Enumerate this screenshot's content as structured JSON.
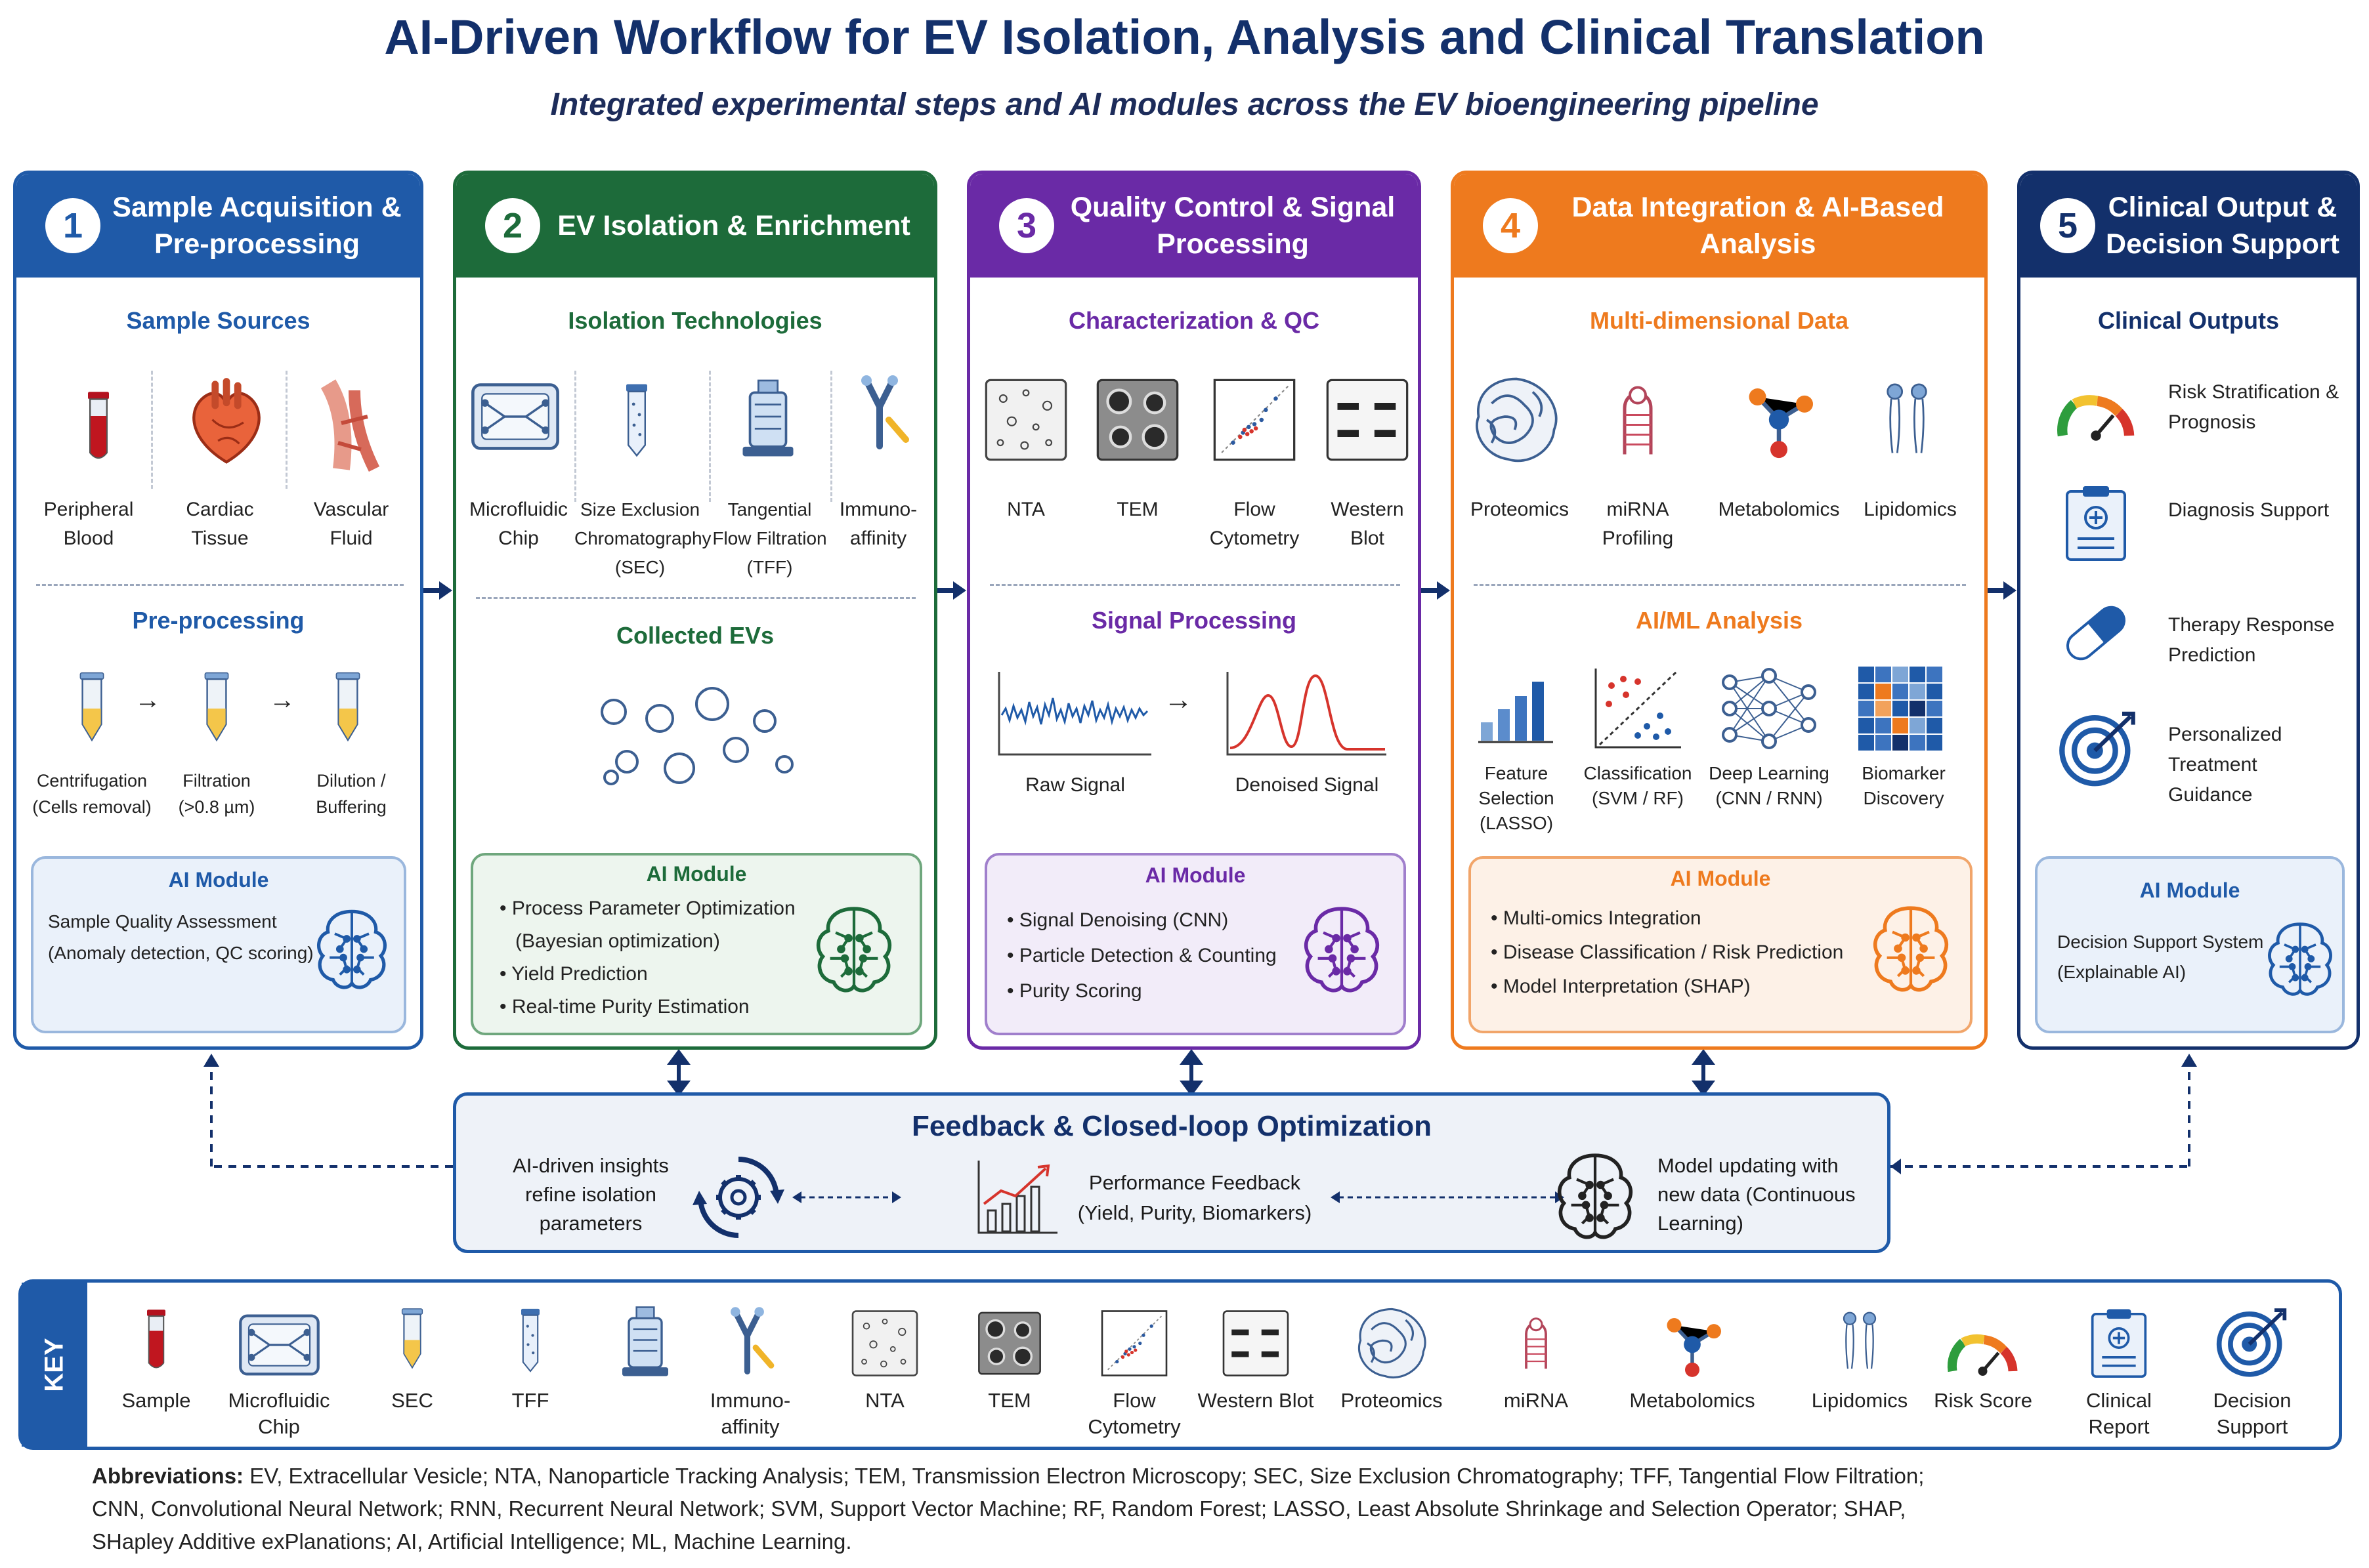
{
  "title": "AI-Driven Workflow for EV Isolation, Analysis and Clinical Translation",
  "subtitle": "Integrated experimental steps and AI modules across the EV bioengineering pipeline",
  "colors": {
    "blue": "#1f5aa8",
    "green": "#1d6b3a",
    "purple": "#6a2aa6",
    "orange": "#ee7a1e",
    "navy": "#13306b"
  },
  "panels": [
    {
      "num": "1",
      "title": "Sample Acquisition & Pre-processing",
      "section1": "Sample Sources",
      "items1": [
        "Peripheral Blood",
        "Cardiac Tissue",
        "Vascular Fluid"
      ],
      "section2": "Pre-processing",
      "items2": [
        "Centrifugation (Cells removal)",
        "Filtration (>0.8 µm)",
        "Dilution / Buffering"
      ],
      "ai_title": "AI Module",
      "ai_lines": [
        "Sample Quality Assessment",
        "(Anomaly detection, QC scoring)"
      ]
    },
    {
      "num": "2",
      "title": "EV Isolation & Enrichment",
      "section1": "Isolation Technologies",
      "items1": [
        "Microfluidic Chip",
        "Size Exclusion Chromatography (SEC)",
        "Tangential Flow Filtration (TFF)",
        "Immuno-affinity"
      ],
      "section2": "Collected EVs",
      "ai_title": "AI Module",
      "ai_lines": [
        "• Process Parameter Optimization",
        "(Bayesian optimization)",
        "• Yield Prediction",
        "• Real-time Purity Estimation"
      ]
    },
    {
      "num": "3",
      "title": "Quality Control & Signal Processing",
      "section1": "Characterization & QC",
      "items1": [
        "NTA",
        "TEM",
        "Flow Cytometry",
        "Western Blot"
      ],
      "section2": "Signal Processing",
      "items2": [
        "Raw Signal",
        "Denoised Signal"
      ],
      "ai_title": "AI Module",
      "ai_lines": [
        "• Signal Denoising (CNN)",
        "• Particle Detection & Counting",
        "• Purity Scoring"
      ]
    },
    {
      "num": "4",
      "title": "Data Integration & AI-Based Analysis",
      "section1": "Multi-dimensional Data",
      "items1": [
        "Proteomics",
        "miRNA Profiling",
        "Metabolomics",
        "Lipidomics"
      ],
      "section2": "AI/ML Analysis",
      "items2": [
        "Feature Selection (LASSO)",
        "Classification (SVM / RF)",
        "Deep Learning (CNN / RNN)",
        "Biomarker Discovery"
      ],
      "ai_title": "AI Module",
      "ai_lines": [
        "• Multi-omics Integration",
        "• Disease Classification / Risk Prediction",
        "• Model Interpretation (SHAP)"
      ]
    },
    {
      "num": "5",
      "title": "Clinical Output & Decision Support",
      "section1": "Clinical Outputs",
      "items1": [
        "Risk Stratification & Prognosis",
        "Diagnosis Support",
        "Therapy Response Prediction",
        "Personalized Treatment Guidance"
      ],
      "ai_title": "AI Module",
      "ai_lines": [
        "Decision Support System",
        "(Explainable AI)"
      ]
    }
  ],
  "feedback": {
    "title": "Feedback & Closed-loop Optimization",
    "left": "AI-driven insights refine isolation parameters",
    "middle": "Performance Feedback (Yield, Purity, Biomarkers)",
    "right": "Model updating with new data (Continuous Learning)"
  },
  "key": {
    "tab": "KEY",
    "items": [
      "Sample",
      "Microfluidic Chip",
      "SEC",
      "TFF",
      "",
      "Immuno-affinity",
      "NTA",
      "TEM",
      "Flow Cytometry",
      "Western Blot",
      "Proteomics",
      "miRNA",
      "Metabolomics",
      "Lipidomics",
      "Risk Score",
      "Clinical Report",
      "Decision Support"
    ]
  },
  "abbreviations": {
    "label": "Abbreviations:",
    "line1": " EV, Extracellular Vesicle; NTA, Nanoparticle Tracking Analysis; TEM, Transmission Electron Microscopy; SEC, Size Exclusion Chromatography; TFF, Tangential Flow Filtration;",
    "line2": "CNN, Convolutional Neural Network; RNN, Recurrent Neural Network; SVM, Support Vector Machine; RF, Random Forest; LASSO, Least Absolute Shrinkage and Selection Operator; SHAP,",
    "line3": "SHapley Additive exPlanations; AI, Artificial Intelligence; ML, Machine Learning."
  }
}
